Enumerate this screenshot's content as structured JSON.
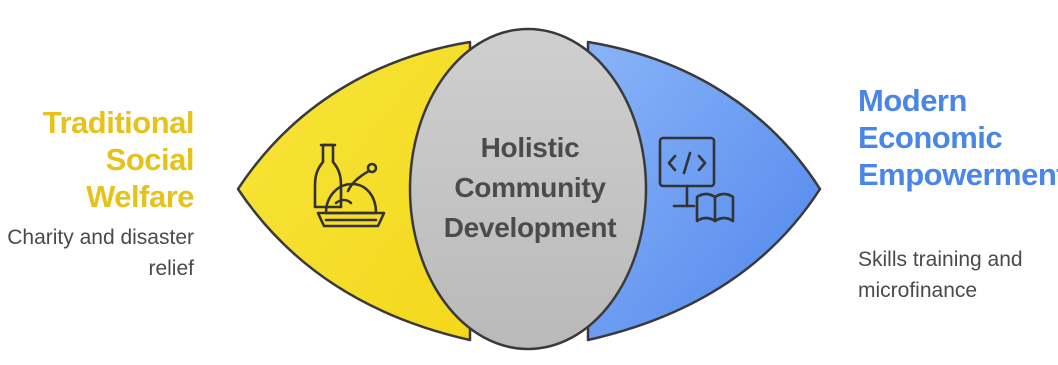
{
  "left": {
    "title_line1": "Traditional",
    "title_line2": "Social Welfare",
    "desc_line1": "Charity and disaster",
    "desc_line2": "relief",
    "icon": "food-dish-icon",
    "color": "#f6e02b"
  },
  "center": {
    "line1": "Holistic",
    "line2": "Community",
    "line3": "Development",
    "color": "#c4c4c4"
  },
  "right": {
    "title_line1": "Modern",
    "title_line2": "Economic",
    "title_line3": "Empowerment",
    "desc_line1": "Skills training and",
    "desc_line2": "microfinance",
    "icon": "computer-book-icon",
    "color": "#5b93ee"
  },
  "colors": {
    "left_title": "#e6c21a",
    "right_title": "#4a86e8",
    "text_gray": "#4b4b4b"
  }
}
